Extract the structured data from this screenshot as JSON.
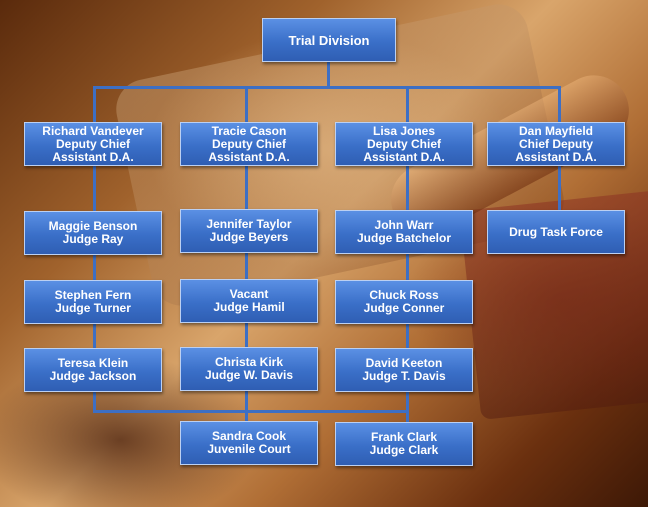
{
  "diagram": {
    "root": {
      "lines": [
        "Trial Division"
      ]
    },
    "columns": [
      {
        "head": [
          "Richard Vandever",
          "Deputy Chief",
          "Assistant D.A."
        ],
        "items": [
          [
            "Maggie Benson",
            "Judge Ray"
          ],
          [
            "Stephen Fern",
            "Judge Turner"
          ],
          [
            "Teresa Klein",
            "Judge Jackson"
          ]
        ]
      },
      {
        "head": [
          "Tracie Cason",
          "Deputy Chief",
          "Assistant D.A."
        ],
        "items": [
          [
            "Jennifer Taylor",
            "Judge Beyers"
          ],
          [
            "Vacant",
            "Judge Hamil"
          ],
          [
            "Christa Kirk",
            "Judge W. Davis"
          ],
          [
            "Sandra Cook",
            "Juvenile Court"
          ]
        ]
      },
      {
        "head": [
          "Lisa Jones",
          "Deputy Chief",
          "Assistant D.A."
        ],
        "items": [
          [
            "John Warr",
            "Judge Batchelor"
          ],
          [
            "Chuck Ross",
            "Judge Conner"
          ],
          [
            "David Keeton",
            "Judge T. Davis"
          ],
          [
            "Frank Clark",
            "Judge Clark"
          ]
        ]
      },
      {
        "head": [
          "Dan Mayfield",
          "Chief Deputy",
          "Assistant D.A."
        ],
        "items": [
          [
            "Drug Task Force"
          ]
        ]
      }
    ]
  },
  "colors": {
    "node_fill": "#3a6fc8",
    "node_border": "#bcd0f2",
    "connector": "#3d6fc4",
    "text": "#ffffff"
  }
}
